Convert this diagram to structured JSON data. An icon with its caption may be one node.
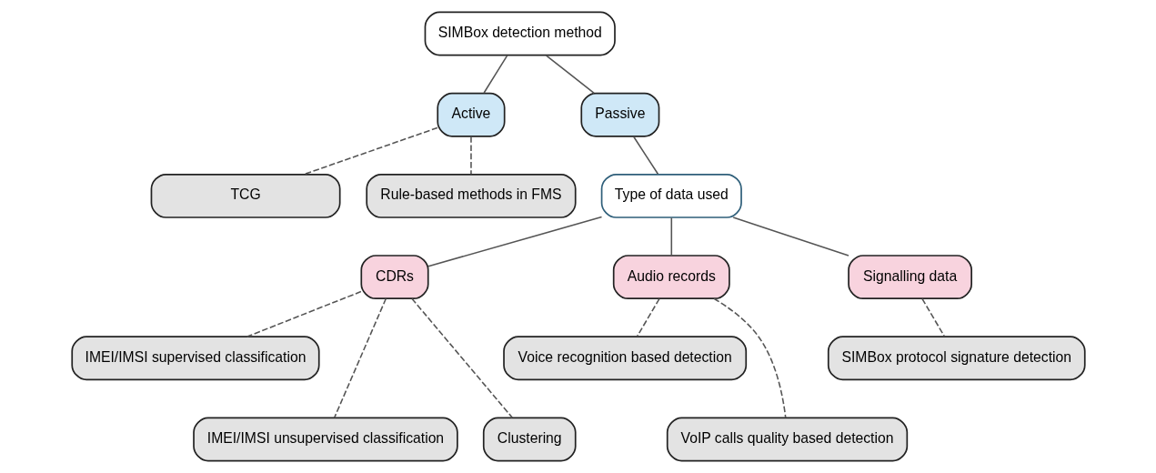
{
  "diagram": {
    "nodes": [
      {
        "text": [
          "SIMBox detection method"
        ]
      },
      {
        "text": [
          "Active"
        ]
      },
      {
        "text": [
          "Passive"
        ]
      },
      {
        "text": [
          "TCG"
        ]
      },
      {
        "text": [
          "Rule-based methods in FMS"
        ]
      },
      {
        "text": [
          "Type of data used"
        ]
      },
      {
        "text": [
          "CDRs"
        ]
      },
      {
        "text": [
          "Audio records"
        ]
      },
      {
        "text": [
          "Signalling data"
        ]
      },
      {
        "text": [
          "IMEI/IMSI supervised classification"
        ]
      },
      {
        "text": [
          "Voice recognition based detection"
        ]
      },
      {
        "text": [
          "IMEI/IMSI unsupervised classification"
        ]
      },
      {
        "text": [
          "Clustering"
        ]
      },
      {
        "text": [
          "VoIP calls quality based detection"
        ]
      },
      {
        "text": [
          "SIMBox protocol signature detection"
        ]
      }
    ],
    "edges": [
      {
        "from": 0,
        "to": 1,
        "arrow": "none"
      },
      {
        "from": 0,
        "to": 2,
        "arrow": "none"
      },
      {
        "from": 1,
        "to": 3,
        "arrow": "none",
        "style": "dashed"
      },
      {
        "from": 1,
        "to": 4,
        "arrow": "none",
        "style": "dashed"
      },
      {
        "from": 2,
        "to": 5,
        "arrow": "none"
      },
      {
        "from": 5,
        "to": 6,
        "arrow": "none"
      },
      {
        "from": 5,
        "to": 7,
        "arrow": "none"
      },
      {
        "from": 5,
        "to": 8,
        "arrow": "none"
      },
      {
        "from": 6,
        "to": 11,
        "arrow": "none",
        "style": "dashed"
      },
      {
        "from": 6,
        "to": 9,
        "arrow": "none",
        "style": "dashed"
      },
      {
        "from": 6,
        "to": 12,
        "arrow": "none",
        "style": "dashed"
      },
      {
        "from": 7,
        "to": 13,
        "arrow": "none",
        "style": "dashed"
      },
      {
        "from": 7,
        "to": 10,
        "arrow": "none",
        "style": "dashed"
      },
      {
        "from": 8,
        "to": 14,
        "arrow": "none",
        "style": "dashed"
      }
    ]
  }
}
